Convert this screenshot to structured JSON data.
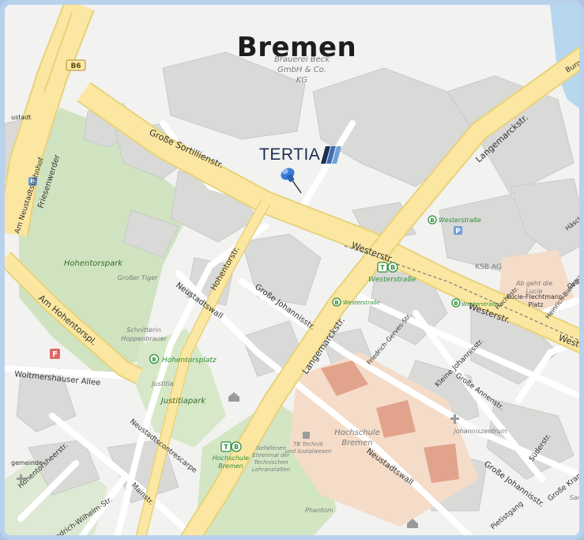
{
  "map": {
    "city": "Bremen",
    "brand": "TERTIA",
    "colors": {
      "background": "#f2f2f0",
      "block": "#d9d9d7",
      "block_edge": "#c9c9c7",
      "park": "#cfe3c0",
      "major_road": "#fbe7a1",
      "major_road_edge": "#e8d27a",
      "minor_road": "#ffffff",
      "water": "#b7d7ef",
      "campus": "#f4dcc9",
      "campus_building": "#e2a38c",
      "brand_blue": "#1d2e53",
      "stop_green": "#2f8f3a"
    },
    "streets": {
      "grosse_sortillienstr": "Große Sortillienstr.",
      "langemarckstr_top": "Langemarckstr.",
      "langemarckstr_bottom": "Langemarckstr.",
      "westerstr_1": "Westerstr.",
      "westerstr_2": "Westerstr.",
      "westerstr_3": "Westerstr.",
      "hohentorstr": "Hohentorstr.",
      "neustadtswall_1": "Neustadtswall",
      "neustadtswall_2": "Neustadtswall",
      "grosse_johannisstr_1": "Große Johannisstr.",
      "grosse_johannisstr_2": "Große Johannisstr.",
      "am_hohentorspl": "Am Hohentorspl.",
      "friesenwerder": "Friesenwerder",
      "am_neustadtsbahnhof": "Am Neustadtsbahnhof",
      "woltmershauser_allee": "Woltmershauser Allee",
      "neustadtscontrescarpe": "Neustadtscontrescarpe",
      "hohentorsheerstr": "Hohentorsheerstr.",
      "friedrich_wilhelm_str": "Friedrich-Wilhelm-Str.",
      "mainstr": "Mainstr.",
      "kleine_johannisstr": "Kleine Johannisstr.",
      "grosse_annenstr": "Große Annenstr.",
      "friedrich_gerves_str": "Friedrich-Gerves-Str.",
      "pietistengang": "Pietistgang",
      "sudstr": "Süderstr.",
      "grosse_krankenstr": "Große Krankenstr.",
      "haschenstr": "Häschenstr.",
      "heinrich_bierbaum_str": "Heinrich-Bierbaum-Str.",
      "hachestr": "Hachestr.",
      "grunestr": "Grüne",
      "burgstr": "Burg",
      "b6": "B6",
      "stadt_left": "ustadt",
      "gemeinde_left": "gemeinde"
    },
    "pois": {
      "brauerei": "Brauerei Beck",
      "brauerei2": "GmbH & Co.",
      "brauerei3": "KG",
      "hohentorspark": "Hohentorspark",
      "grosser_tiger": "Großer Tiger",
      "schnitterin1": "Schnitterin",
      "schnitterin2": "Hoppenbrauer",
      "justitia": "Justitia",
      "justitiapark": "Justitiapark",
      "ksb": "KSB AG",
      "lucie1": "Ab geht die",
      "lucie2": "Lucie",
      "lucie_platz1": "Lucie-Flechtmann-",
      "lucie_platz2": "Platz",
      "hochschule1": "Hochschule",
      "hochschule2": "Bremen",
      "tb1": "TB Technik",
      "tb2": "und Sozialwesen",
      "gefallenen1": "Gefallenen",
      "gefallenen2": "Ehrenmal der",
      "gefallenen3": "Technischen",
      "gefallenen4": "Lehranstalten",
      "phantom": "Phantom",
      "johanniszentrum": "Johanniszentrum",
      "sankt": "Sankt"
    },
    "stops": {
      "westerstrasse_a": "Westerstraße",
      "westerstrasse_b": "Westerstraße",
      "westerstrasse_c": "Westerstraße",
      "westerstrasse_d": "Westerstraße",
      "hohentorsplatz": "Hohentorsplatz",
      "hochschule_bremen1": "Hochschule",
      "hochschule_bremen2": "Bremen"
    }
  }
}
